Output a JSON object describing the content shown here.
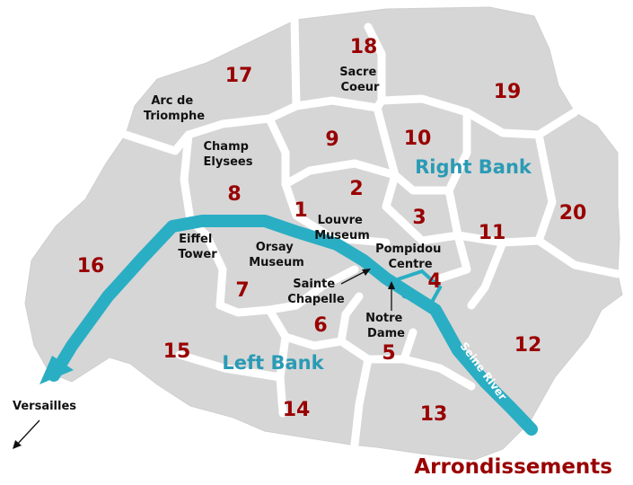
{
  "title": "Arrondissements",
  "colors": {
    "city": "#d6d6d6",
    "border": "#ffffff",
    "river": "#2aaec4",
    "number": "#990000",
    "bank": "#2a9bb5",
    "landmark": "#111111",
    "title": "#990000"
  },
  "arrondissements": [
    {
      "id": "1",
      "label": "1"
    },
    {
      "id": "2",
      "label": "2"
    },
    {
      "id": "3",
      "label": "3"
    },
    {
      "id": "4",
      "label": "4"
    },
    {
      "id": "5",
      "label": "5"
    },
    {
      "id": "6",
      "label": "6"
    },
    {
      "id": "7",
      "label": "7"
    },
    {
      "id": "8",
      "label": "8"
    },
    {
      "id": "9",
      "label": "9"
    },
    {
      "id": "10",
      "label": "10"
    },
    {
      "id": "11",
      "label": "11"
    },
    {
      "id": "12",
      "label": "12"
    },
    {
      "id": "13",
      "label": "13"
    },
    {
      "id": "14",
      "label": "14"
    },
    {
      "id": "15",
      "label": "15"
    },
    {
      "id": "16",
      "label": "16"
    },
    {
      "id": "17",
      "label": "17"
    },
    {
      "id": "18",
      "label": "18"
    },
    {
      "id": "19",
      "label": "19"
    },
    {
      "id": "20",
      "label": "20"
    }
  ],
  "banks": {
    "right": "Right Bank",
    "left": "Left Bank"
  },
  "river": "Seine River",
  "landmarks": {
    "arc": [
      "Arc de",
      "Triomphe"
    ],
    "sacre": [
      "Sacre",
      "Coeur"
    ],
    "champ": [
      "Champ",
      "Elysees"
    ],
    "louvre": [
      "Louvre",
      "Museum"
    ],
    "eiffel": [
      "Eiffel",
      "Tower"
    ],
    "orsay": [
      "Orsay",
      "Museum"
    ],
    "pompidou": [
      "Pompidou",
      "Centre"
    ],
    "sainte": [
      "Sainte",
      "Chapelle"
    ],
    "notre": [
      "Notre",
      "Dame"
    ],
    "versailles": "Versailles"
  }
}
